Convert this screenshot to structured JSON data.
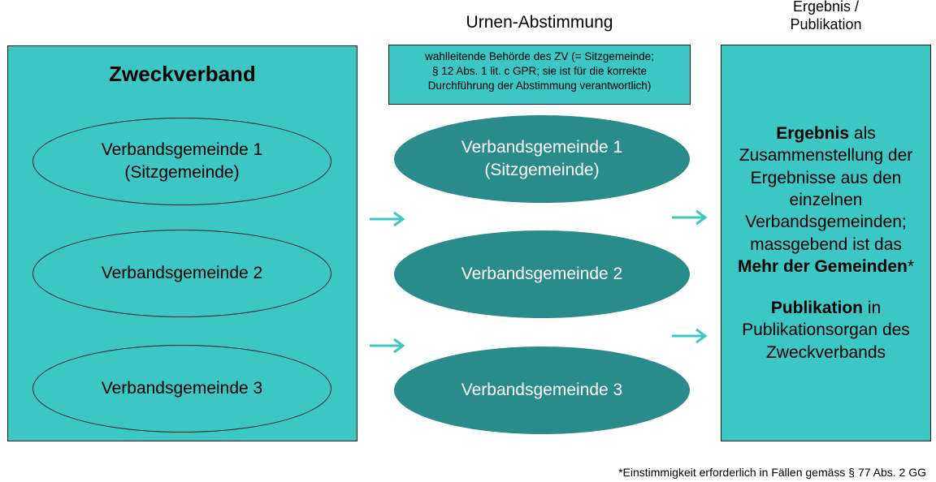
{
  "headers": {
    "middle": "Urnen-Abstimmung",
    "right_line1": "Ergebnis /",
    "right_line2": "Publikation"
  },
  "left_box": {
    "title": "Zweckverband",
    "ellipses": [
      {
        "line1": "Verbandsgemeinde 1",
        "line2": "(Sitzgemeinde)"
      },
      {
        "line1": "Verbandsgemeinde 2",
        "line2": ""
      },
      {
        "line1": "Verbandsgemeinde 3",
        "line2": ""
      }
    ]
  },
  "info_box": {
    "line1": "wahlleitende Behörde des ZV (= Sitzgemeinde;",
    "line2": "§ 12 Abs. 1 lit. c GPR; sie ist für die korrekte",
    "line3": "Durchführung der Abstimmung verantwortlich)"
  },
  "middle_ellipses": [
    {
      "line1": "Verbandsgemeinde 1",
      "line2": "(Sitzgemeinde)"
    },
    {
      "line1": "Verbandsgemeinde 2",
      "line2": ""
    },
    {
      "line1": "Verbandsgemeinde 3",
      "line2": ""
    }
  ],
  "right_box": {
    "p1_bold1": "Ergebnis",
    "p1_text1": " als Zusammenstellung der Ergebnisse aus den einzelnen Verbandsgemeinden; massgebend ist das ",
    "p1_bold2": "Mehr der Gemeinden",
    "p1_text2": "*",
    "p2_bold": "Publikation",
    "p2_text": " in Publikationsorgan des Zweckverbands"
  },
  "footnote": "*Einstimmigkeit erforderlich in Fällen gemäss § 77 Abs. 2 GG",
  "colors": {
    "teal_fill": "#3cc6c4",
    "dark_teal": "#2a8c8a",
    "arrow": "#3cc6c4"
  }
}
